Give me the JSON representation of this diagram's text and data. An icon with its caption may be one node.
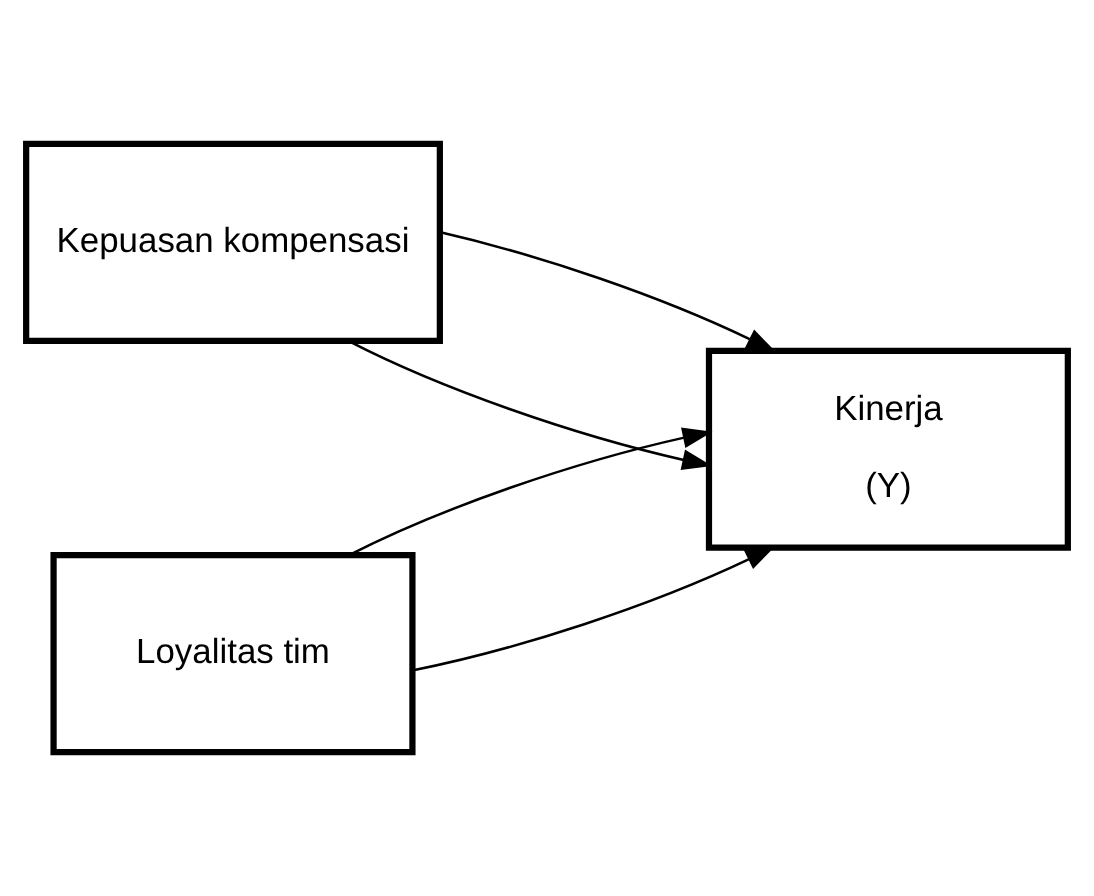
{
  "diagram": {
    "nodes": [
      {
        "text": [
          "Kepuasan kompensasi"
        ]
      },
      {
        "text": [
          "Loyalitas tim"
        ]
      },
      {
        "text": [
          "Kinerja",
          "(Y)"
        ]
      }
    ],
    "edges": [
      {
        "from": 0,
        "to": 2,
        "arrow": "to"
      },
      {
        "from": 0,
        "to": 2,
        "arrow": "to"
      },
      {
        "from": 1,
        "to": 2,
        "arrow": "to"
      },
      {
        "from": 1,
        "to": 2,
        "arrow": "to"
      }
    ]
  }
}
